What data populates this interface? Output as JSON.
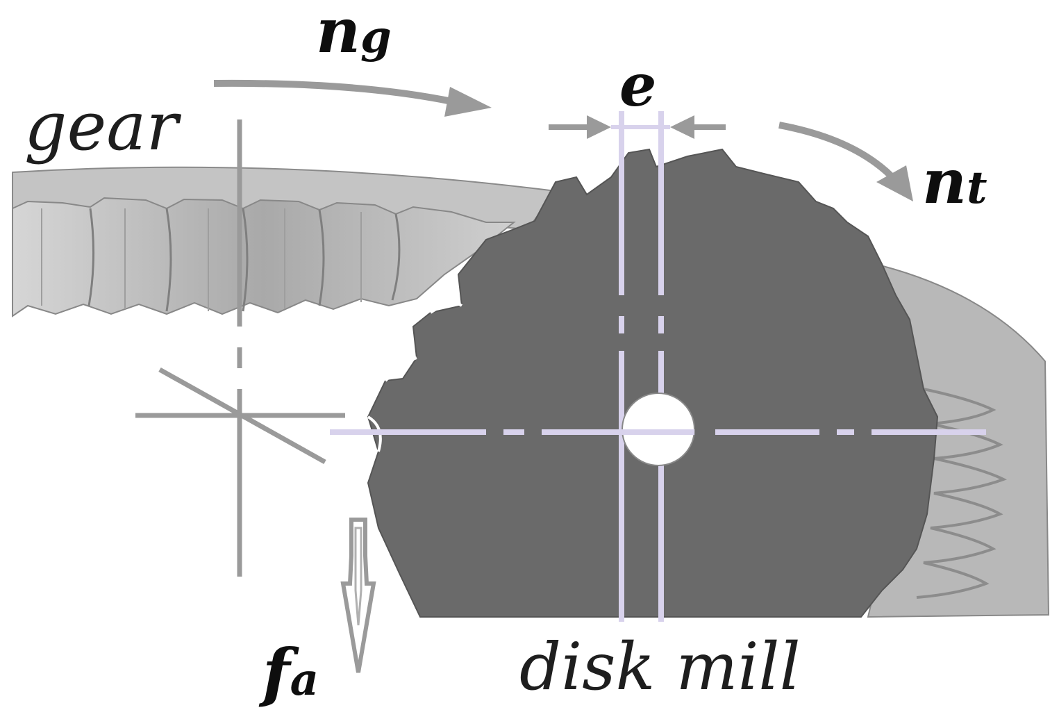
{
  "labels": {
    "gear_rotation_main": "n",
    "gear_rotation_sub": "g",
    "tool_rotation_main": "n",
    "tool_rotation_sub": "t",
    "eccentricity": "e",
    "gear": "gear",
    "feed_main": "f",
    "feed_sub": "a",
    "disk_mill": "disk mill"
  },
  "colors": {
    "gear_body": "#b4b4b4",
    "gear_top": "#c8c8c8",
    "mill_body": "#6a6a6a",
    "axis_lines": "#d8d2ec",
    "arrows": "#9a9a9a",
    "text": "#1a1a1a"
  }
}
